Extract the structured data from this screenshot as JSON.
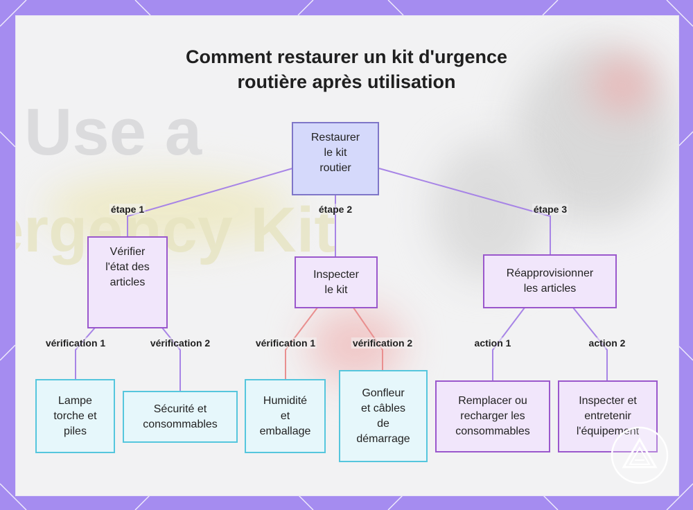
{
  "title": {
    "line1": "Comment restaurer un kit d'urgence",
    "line2": "routière après utilisation"
  },
  "background": {
    "watermark_line1": "Use a",
    "watermark_line2": "ergency Kit"
  },
  "colors": {
    "frame": "#a58cf0",
    "root_fill": "#d5d9fb",
    "root_border": "#7f76c8",
    "purple_fill": "#f1e6fb",
    "purple_border": "#9a57cc",
    "blue_fill": "#e6f7fb",
    "blue_border": "#55c6dd",
    "purple_connector": "#a784e6",
    "red_connector": "#e98f8f"
  },
  "nodes": {
    "root": "Restaurer\nle kit\nroutier",
    "step1": "Vérifier\nl'état des\narticles",
    "step2": "Inspecter\nle kit",
    "step3": "Réapprovisionner\nles articles",
    "leaf1": "Lampe\ntorche et\npiles",
    "leaf2": "Sécurité et\nconsommables",
    "leaf3": "Humidité\net\nemballage",
    "leaf4": "Gonfleur\net câbles\nde\ndémarrage",
    "leaf5": "Remplacer ou\nrecharger les\nconsommables",
    "leaf6": "Inspecter et\nentretenir\nl'équipement"
  },
  "edge_labels": {
    "root_step1": "étape 1",
    "root_step2": "étape 2",
    "root_step3": "étape 3",
    "step1_leaf1": "vérification 1",
    "step1_leaf2": "vérification 2",
    "step2_leaf3": "vérification 1",
    "step2_leaf4": "vérification 2",
    "step3_leaf5": "action 1",
    "step3_leaf6": "action 2"
  },
  "icons": {
    "logo": "triangle-warning-logo-icon"
  }
}
